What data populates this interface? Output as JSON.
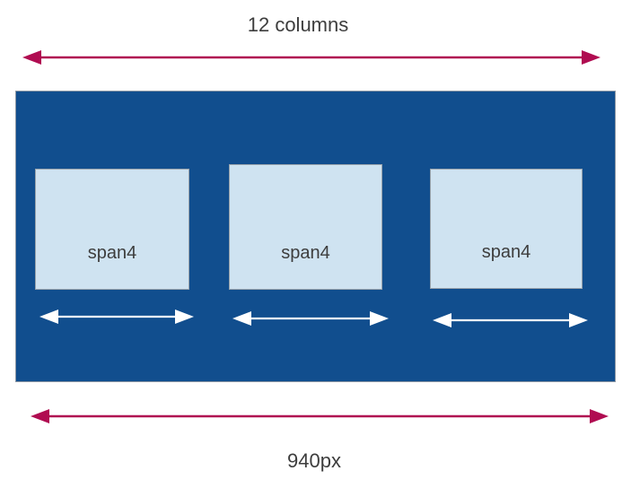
{
  "diagram": {
    "title_context": "12-column grid width diagram",
    "top_label": "12 columns",
    "bottom_label": "940px",
    "boxes": [
      {
        "label": "span4"
      },
      {
        "label": "span4"
      },
      {
        "label": "span4"
      }
    ],
    "icons": {
      "top_arrow": "double-headed-horizontal-arrow",
      "bottom_arrow": "double-headed-horizontal-arrow",
      "span_arrows": "double-headed-horizontal-arrow"
    },
    "colors": {
      "container_fill": "#114e8e",
      "container_border": "#8c97a4",
      "span_box_fill": "#cfe3f1",
      "span_box_border": "#98a2ab",
      "measure_arrow": "#b00c51",
      "span_arrow": "#ffffff",
      "label_text": "#3d3d3d",
      "background": "#ffffff"
    }
  }
}
